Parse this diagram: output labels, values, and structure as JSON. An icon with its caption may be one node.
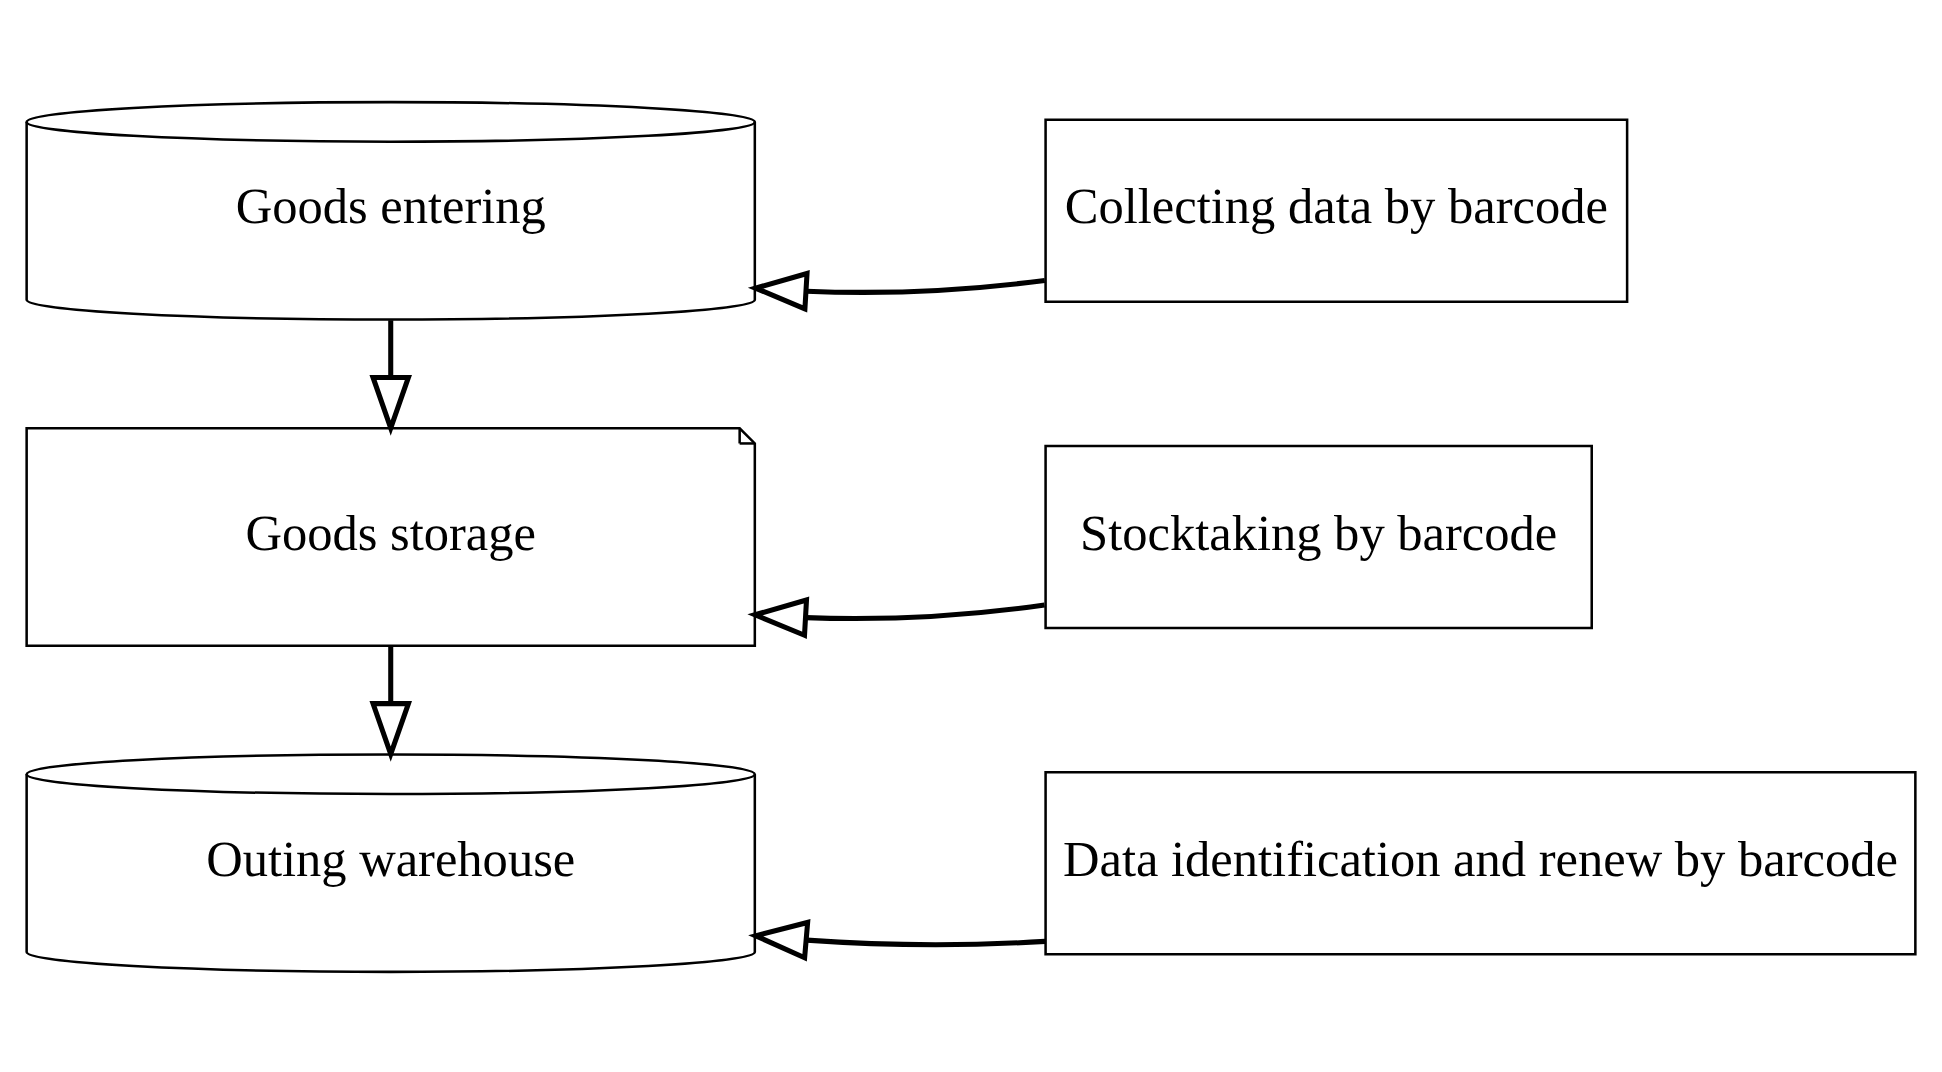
{
  "diagram": {
    "nodes": [
      {
        "text": [
          "Goods entering"
        ]
      },
      {
        "text": [
          "Collecting data by barcode"
        ]
      },
      {
        "text": [
          "Goods storage"
        ]
      },
      {
        "text": [
          "Stocktaking by barcode"
        ]
      },
      {
        "text": [
          "Outing warehouse"
        ]
      },
      {
        "text": [
          "Data identification and renew by barcode"
        ]
      }
    ],
    "edges": [
      {
        "from": 1,
        "to": 0,
        "arrow": "to"
      },
      {
        "from": 0,
        "to": 2,
        "arrow": "to"
      },
      {
        "from": 3,
        "to": 2,
        "arrow": "to"
      },
      {
        "from": 2,
        "to": 4,
        "arrow": "to"
      },
      {
        "from": 5,
        "to": 4,
        "arrow": "to"
      }
    ]
  }
}
